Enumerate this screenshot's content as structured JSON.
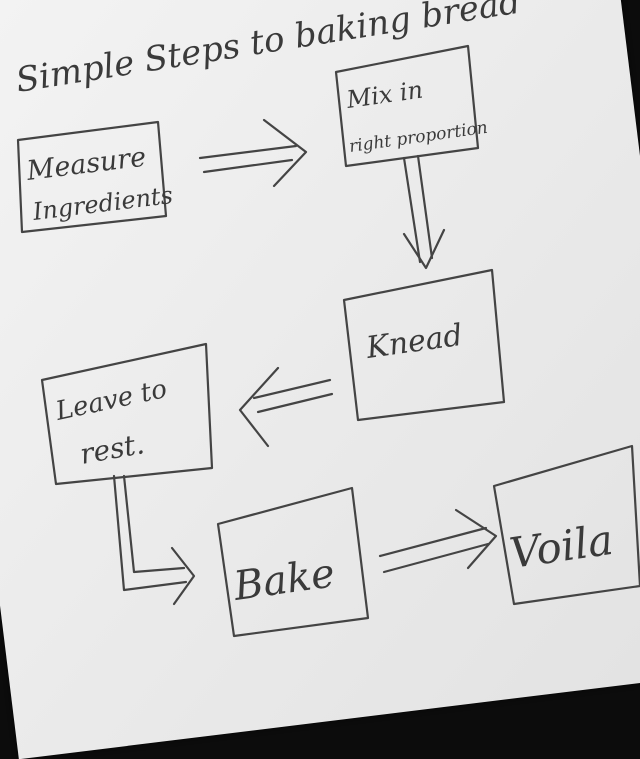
{
  "title": "Simple Steps to baking bread",
  "steps": {
    "measure": {
      "line1": "Measure",
      "line2": "Ingredients"
    },
    "mix": {
      "line1": "Mix in",
      "line2": "right proportion"
    },
    "knead": {
      "label": "Knead"
    },
    "rest": {
      "line1": "Leave to",
      "line2": "rest."
    },
    "bake": {
      "label": "Bake"
    },
    "voila": {
      "label": "Voila"
    }
  },
  "colors": {
    "paper": "#eeeeee",
    "ink": "#3a3a3a",
    "background": "#0c0c0c"
  }
}
